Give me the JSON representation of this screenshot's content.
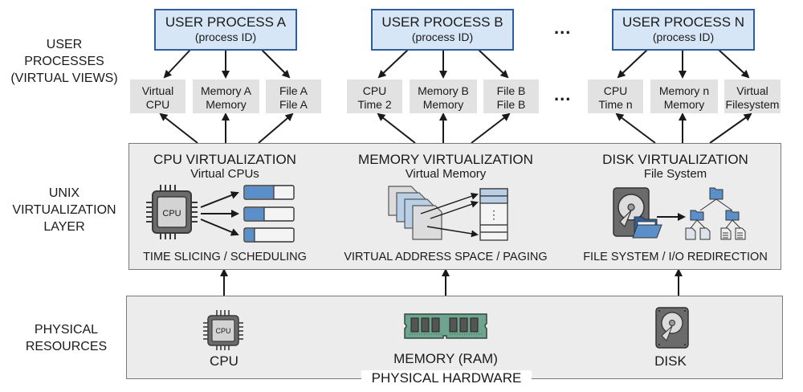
{
  "row_labels": {
    "user_processes": "USER\nPROCESSES\n(VIRTUAL VIEWS)",
    "virtualization_layer": "UNIX\nVIRTUALIZATION\nLAYER",
    "physical_resources": "PHYSICAL\nRESOURCES"
  },
  "processes": [
    {
      "title": "USER PROCESS A",
      "subtitle": "(process ID)",
      "views": [
        "Virtual\nCPU",
        "Memory A\nMemory",
        "File A\nFile A"
      ]
    },
    {
      "title": "USER PROCESS B",
      "subtitle": "(process ID)",
      "views": [
        "CPU\nTime 2",
        "Memory B\nMemory",
        "File B\nFile B"
      ]
    },
    {
      "title": "USER PROCESS N",
      "subtitle": "(process ID)",
      "views": [
        "CPU\nTime n",
        "Memory n\nMemory",
        "Virtual\nFilesystem"
      ]
    }
  ],
  "ellipsis": "...",
  "virtualization": [
    {
      "title": "CPU VIRTUALIZATION",
      "subtitle": "Virtual CPUs",
      "footer": "TIME SLICING / SCHEDULING",
      "icon": "cpu-chip-icon",
      "icon_text": "CPU",
      "time_slices": [
        0.6,
        0.4,
        0.2
      ]
    },
    {
      "title": "MEMORY VIRTUALIZATION",
      "subtitle": "Virtual Memory",
      "footer": "VIRTUAL ADDRESS SPACE / PAGING",
      "icon": "memory-pages-icon",
      "page_table_dots": "⋮"
    },
    {
      "title": "DISK VIRTUALIZATION",
      "subtitle": "File System",
      "footer": "FILE SYSTEM / I/O REDIRECTION",
      "icon": "disk-folder-tree-icon"
    }
  ],
  "physical": {
    "resources": [
      {
        "label": "CPU",
        "icon": "cpu-chip-icon",
        "icon_text": "CPU"
      },
      {
        "label": "MEMORY (RAM)",
        "icon": "ram-module-icon"
      },
      {
        "label": "DISK",
        "icon": "hard-disk-icon"
      }
    ],
    "footer": "PHYSICAL HARDWARE"
  },
  "colors": {
    "process_fill": "#d7e6f6",
    "process_border": "#2f5f9a",
    "accent_blue": "#5b8fc9",
    "view_fill": "#e2e2e2",
    "layer_fill": "#ececec",
    "ram_green": "#6fa48e"
  }
}
